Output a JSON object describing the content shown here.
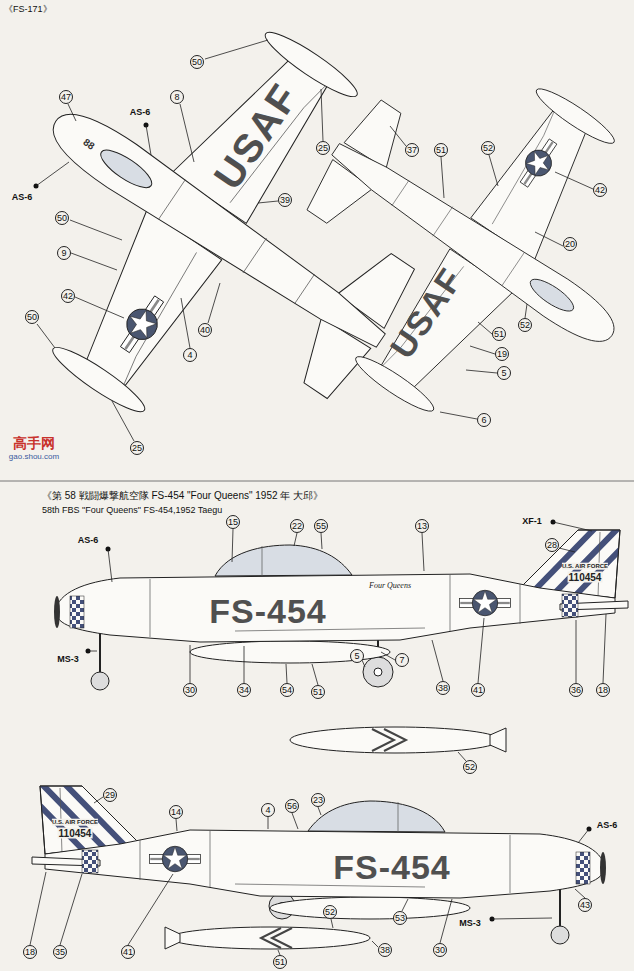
{
  "diagram": {
    "labels": [
      "《FS-171》",
      "高手网",
      "gao.shou.com",
      "25",
      "50",
      "47",
      "AS-6",
      "8",
      "88",
      "USAF",
      "AS-6",
      "50",
      "39",
      "9",
      "40",
      "4",
      "42",
      "50",
      "25",
      "37",
      "51",
      "52",
      "42",
      "20",
      "52",
      "51",
      "19",
      "5",
      "6",
      "USAF",
      "《第 58 戦闘爆撃航空隊 FS-454 \"Four Queens\" 1952 年 大邱》",
      "58th FBS \"Four Queens\" FS-454,1952 Taegu",
      "XF-1",
      "28",
      "15",
      "22",
      "55",
      "13",
      "AS-6",
      "FS-454",
      "Four Queens",
      "U.S. AIR FORCE",
      "110454",
      "MS-3",
      "30",
      "34",
      "54",
      "51",
      "5",
      "7",
      "38",
      "41",
      "36",
      "18",
      "52",
      "29",
      "U.S. AIR FORCE",
      "110454",
      "14",
      "4",
      "56",
      "23",
      "AS-6",
      "FS-454",
      "43",
      "18",
      "35",
      "41",
      "53",
      "30",
      "MS-3",
      "52",
      "38",
      "51"
    ]
  }
}
